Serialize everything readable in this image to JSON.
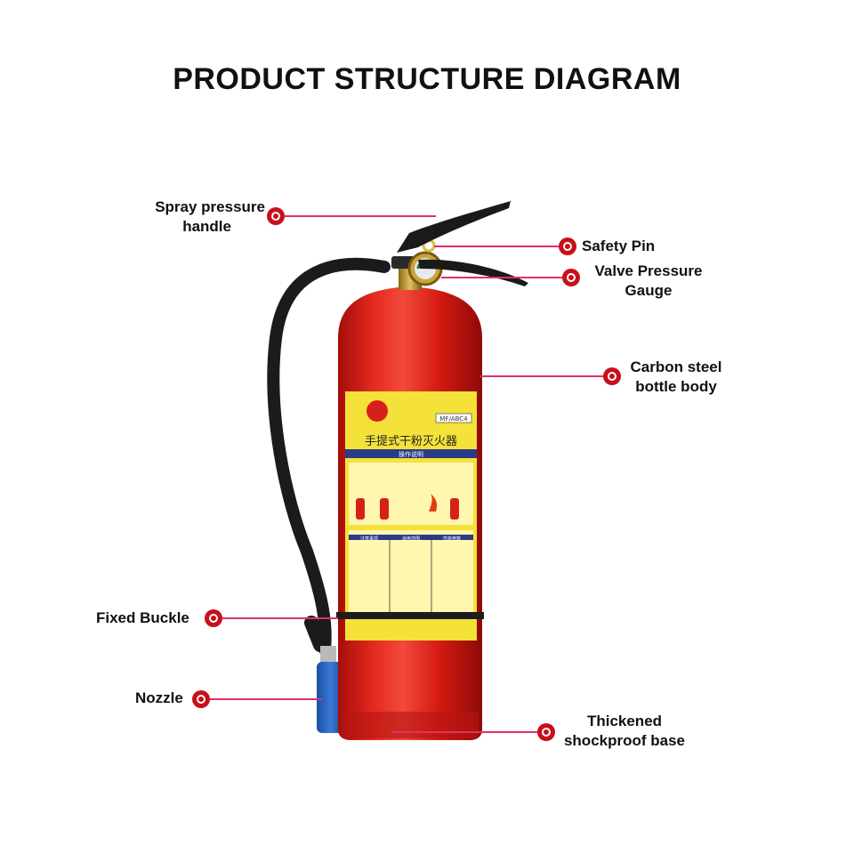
{
  "title": "PRODUCT STRUCTURE DIAGRAM",
  "callouts": {
    "spray_handle": {
      "line1": "Spray pressure",
      "line2": "handle"
    },
    "safety_pin": {
      "line1": "Safety Pin"
    },
    "gauge": {
      "line1": "Valve Pressure",
      "line2": "Gauge"
    },
    "body": {
      "line1": "Carbon steel",
      "line2": "bottle body"
    },
    "buckle": {
      "line1": "Fixed Buckle"
    },
    "nozzle": {
      "line1": "Nozzle"
    },
    "base": {
      "line1": "Thickened",
      "line2": "shockproof base"
    }
  },
  "product_label": {
    "name_cn": "手提式干粉灭火器",
    "model": "MF/ABC4",
    "section_cn": "操作说明",
    "table_headers": [
      "注意事项",
      "适用范围",
      "性能参数"
    ]
  },
  "colors": {
    "accent": "#c8101a",
    "leader": "#e0306a",
    "cylinder": "#d81a14",
    "label_yellow": "#f4e23a"
  }
}
